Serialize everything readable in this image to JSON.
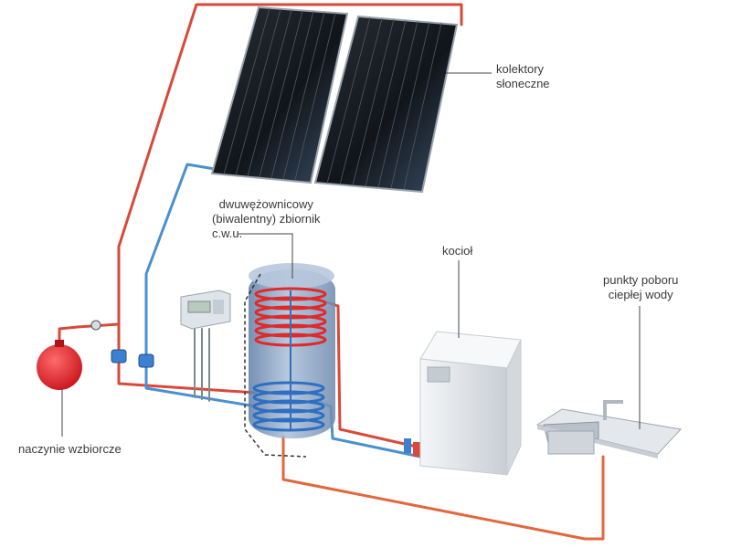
{
  "labels": {
    "collectors": [
      "kolektory",
      "słoneczne"
    ],
    "tank": [
      "dwuwężownicowy",
      "(biwalentny) zbiornik",
      "c.w.u."
    ],
    "boiler": [
      "kocioł"
    ],
    "taps": [
      "punkty poboru",
      "ciepłej wody"
    ],
    "expansion_vessel": [
      "naczynie wzbiorcze"
    ]
  },
  "colors": {
    "hot_pipe": "#d9493a",
    "cold_pipe": "#4a90d0",
    "return_pipe": "#e2673e",
    "panel": "#15191f",
    "vessel": "#e0262d",
    "tank": "#7f9cc0",
    "boiler": "#eef1f3",
    "controller": "#dfe4ea"
  }
}
